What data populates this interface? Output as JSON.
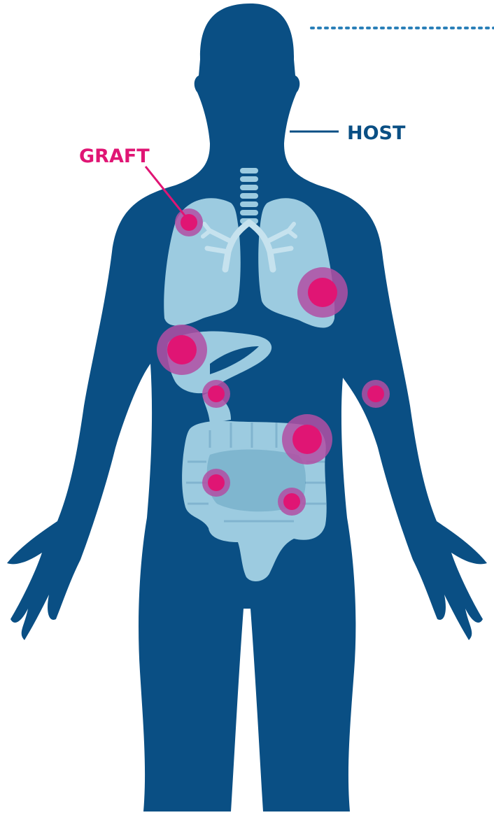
{
  "labels": {
    "host": "HOST",
    "graft": "GRAFT"
  },
  "colors": {
    "body": "#0a4f84",
    "organ": "#9ccbe0",
    "organ_dark": "#7fb6cf",
    "graft": "#e01574",
    "halo": "#b24fa3",
    "host_text": "#0a4f84",
    "graft_text": "#e01574"
  },
  "icons": {
    "body": "human-body-silhouette",
    "lungs": "lungs-icon",
    "trachea": "trachea-icon",
    "liver": "liver-icon",
    "intestines": "intestines-icon"
  }
}
